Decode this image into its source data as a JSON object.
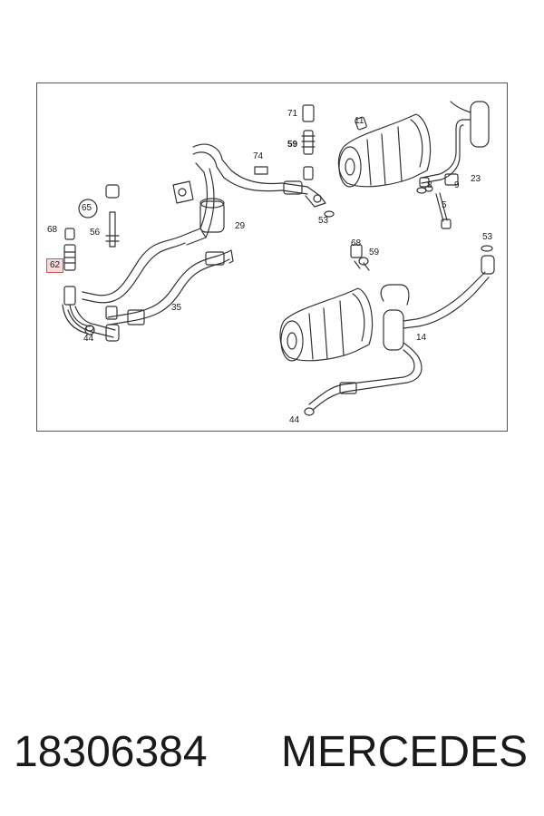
{
  "diagram": {
    "callouts": [
      "71",
      "11",
      "59",
      "74",
      "23",
      "8",
      "9",
      "5",
      "65",
      "29",
      "68",
      "56",
      "53",
      "62",
      "68",
      "59",
      "53",
      "35",
      "44",
      "14",
      "44"
    ],
    "highlighted": "62"
  },
  "footer": {
    "part_number": "18306384",
    "brand": "MERCEDES"
  }
}
